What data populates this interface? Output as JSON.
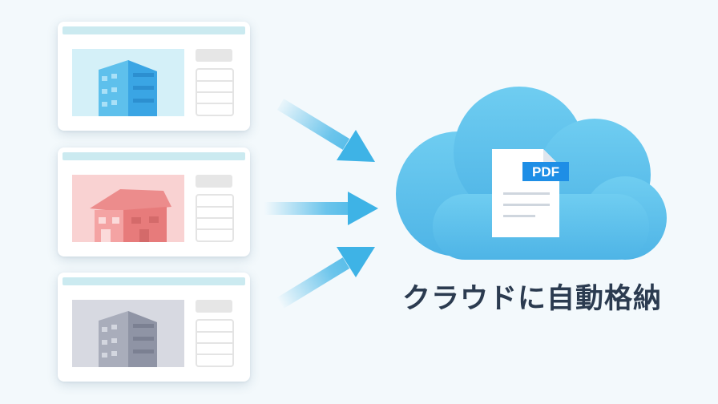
{
  "colors": {
    "background": "#f3f9fc",
    "cloud": "#5bc0ea",
    "arrow": "#3eb3e6",
    "card_blue": "#d4f0f8",
    "card_red": "#f9d2d2",
    "card_gray": "#d7d9e1",
    "pdf_badge": "#1e8ee6",
    "caption": "#2b3b50"
  },
  "cards": [
    {
      "name": "blue-building-card",
      "image": "blue-building-icon"
    },
    {
      "name": "red-house-card",
      "image": "red-house-icon"
    },
    {
      "name": "gray-building-card",
      "image": "gray-building-icon"
    }
  ],
  "pdf": {
    "badge": "PDF"
  },
  "caption": "クラウドに自動格納"
}
